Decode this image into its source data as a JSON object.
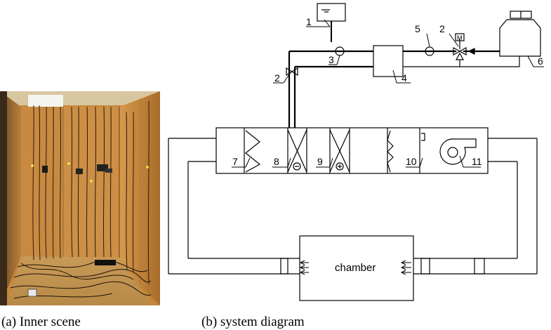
{
  "captions": {
    "a": "(a) Inner scene",
    "b": "(b) system diagram"
  },
  "diagram": {
    "chamber_label": "chamber",
    "motor_label": "M",
    "components": [
      {
        "id": "1"
      },
      {
        "id": "2"
      },
      {
        "id": "2"
      },
      {
        "id": "3"
      },
      {
        "id": "4"
      },
      {
        "id": "5"
      },
      {
        "id": "6"
      },
      {
        "id": "7"
      },
      {
        "id": "8"
      },
      {
        "id": "9"
      },
      {
        "id": "10"
      },
      {
        "id": "11"
      }
    ]
  },
  "colors": {
    "wall_wood": "#c98a3e",
    "wall_dark": "#8a5a24",
    "line": "#000000"
  }
}
